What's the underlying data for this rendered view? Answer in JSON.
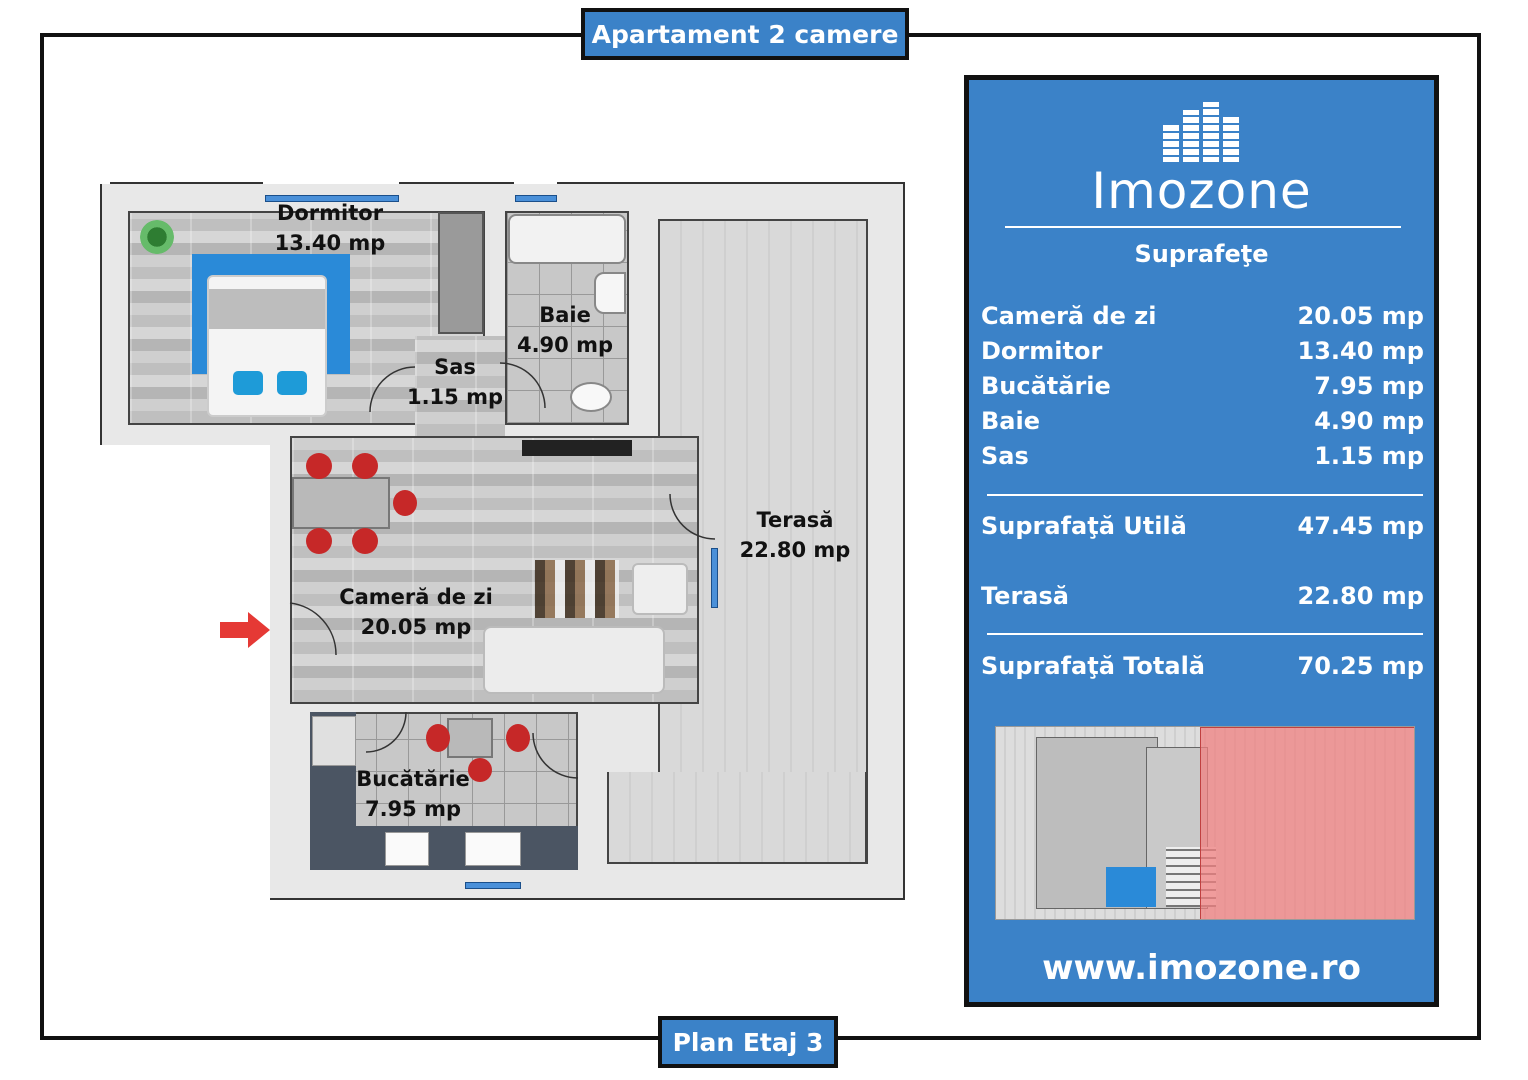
{
  "header": {
    "title": "Apartament 2 camere"
  },
  "footer": {
    "plan_label": "Plan Etaj 3"
  },
  "rooms": {
    "dormitor": {
      "name": "Dormitor",
      "area": "13.40 mp"
    },
    "baie": {
      "name": "Baie",
      "area": "4.90 mp"
    },
    "sas": {
      "name": "Sas",
      "area": "1.15 mp"
    },
    "camera_zi": {
      "name": "Cameră de zi",
      "area": "20.05 mp"
    },
    "bucatarie": {
      "name": "Bucătărie",
      "area": "7.95 mp"
    },
    "terasa": {
      "name": "Terasă",
      "area": "22.80 mp"
    }
  },
  "panel": {
    "brand": "Imozone",
    "heading": "Suprafeţe",
    "rows": [
      {
        "label": "Cameră de zi",
        "value": "20.05 mp"
      },
      {
        "label": "Dormitor",
        "value": "13.40 mp"
      },
      {
        "label": "Bucătărie",
        "value": "7.95 mp"
      },
      {
        "label": "Baie",
        "value": "4.90 mp"
      },
      {
        "label": "Sas",
        "value": "1.15 mp"
      }
    ],
    "useful": {
      "label": "Suprafaţă Utilă",
      "value": "47.45 mp"
    },
    "terrace": {
      "label": "Terasă",
      "value": "22.80 mp"
    },
    "total": {
      "label": "Suprafaţă Totală",
      "value": "70.25 mp"
    },
    "url": "www.imozone.ro"
  },
  "colors": {
    "panel_blue": "#3b82c8",
    "accent_red": "#e53935",
    "highlight": "#f08080"
  },
  "icons": {
    "logo": "buildings-icon",
    "entrance": "arrow-right-icon"
  }
}
